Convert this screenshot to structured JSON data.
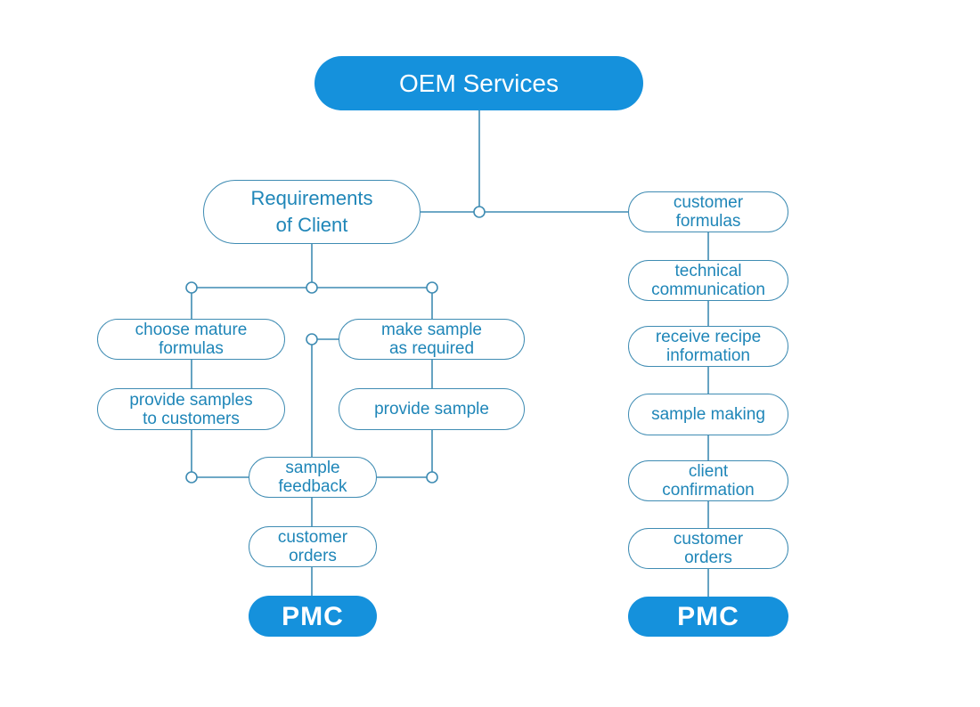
{
  "diagram": {
    "title": "OEM Services",
    "accent_color": "#1591dc",
    "line_color": "#3f8cb3",
    "text_color": "#1f86b8",
    "left_branch": {
      "root": "Requirements\nof Client",
      "path_a": [
        "choose mature\nformulas",
        "provide samples\nto customers"
      ],
      "path_b": [
        "make sample\nas required",
        "provide sample"
      ],
      "merge": "sample\nfeedback",
      "after_merge": "customer\norders",
      "end": "PMC"
    },
    "right_branch": {
      "steps": [
        "customer\nformulas",
        "technical\ncommunication",
        "receive recipe\ninformation",
        "sample making",
        "client\nconfirmation",
        "customer\norders"
      ],
      "end": "PMC"
    }
  }
}
